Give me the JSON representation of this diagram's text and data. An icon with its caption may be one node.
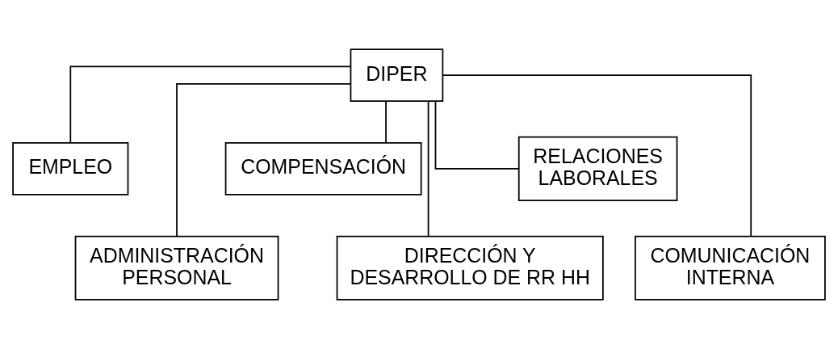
{
  "diagram": {
    "nodes": [
      {
        "text": [
          "DIPER"
        ]
      },
      {
        "text": [
          "EMPLEO"
        ]
      },
      {
        "text": [
          "ADMINISTRACIÓN PERSONAL"
        ]
      },
      {
        "text": [
          "COMPENSACIÓN"
        ]
      },
      {
        "text": [
          "DIRECCIÓN Y DESARROLLO DE RR HH"
        ]
      },
      {
        "text": [
          "RELACIONES LABORALES"
        ]
      },
      {
        "text": [
          "COMUNICACIÓN INTERNA"
        ]
      }
    ],
    "edges": [
      {
        "from": 0,
        "to": 1,
        "arrow": "none"
      },
      {
        "from": 0,
        "to": 2,
        "arrow": "none"
      },
      {
        "from": 0,
        "to": 3,
        "arrow": "none"
      },
      {
        "from": 0,
        "to": 4,
        "arrow": "none"
      },
      {
        "from": 0,
        "to": 5,
        "arrow": "none"
      },
      {
        "from": 0,
        "to": 6,
        "arrow": "none"
      }
    ]
  }
}
